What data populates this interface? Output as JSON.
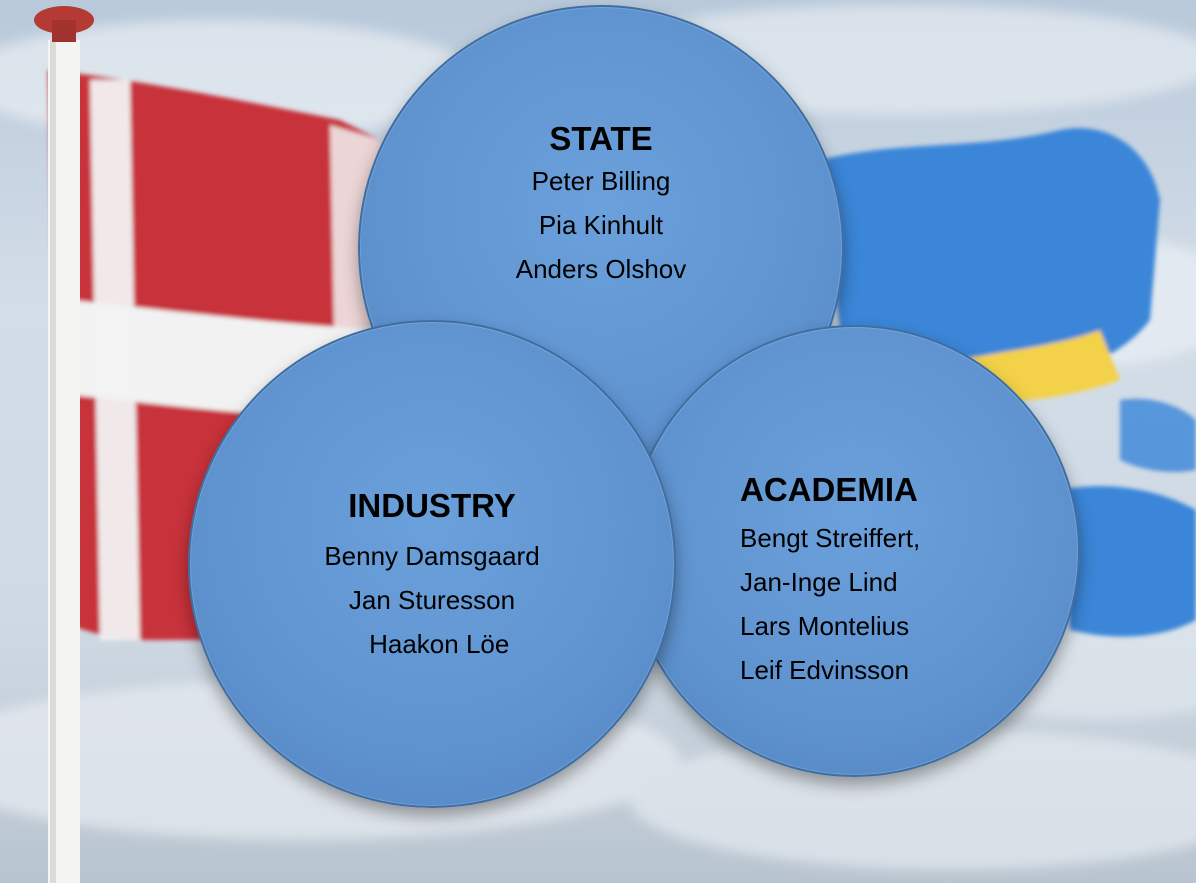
{
  "colors": {
    "circle_fill": "#6199d6",
    "circle_border": "#3f6ea3",
    "sky": "#c8d6e6",
    "flag_red": "#c8303a",
    "flag_white": "#f2f2f2",
    "flag_blue": "#3a86d8",
    "flag_yellow": "#f3d24a"
  },
  "background": {
    "description_icons": [
      "danish-flag-icon",
      "swedish-flag-icon",
      "flagpole-icon"
    ]
  },
  "circles": {
    "state": {
      "heading": "STATE",
      "names": [
        "Peter Billing",
        "Pia Kinhult",
        "Anders Olshov"
      ]
    },
    "industry": {
      "heading": "INDUSTRY",
      "names": [
        "Benny Damsgaard",
        "Jan Sturesson",
        "  Haakon Löe"
      ]
    },
    "academia": {
      "heading": "ACADEMIA",
      "names": [
        "Bengt Streiffert,",
        "Jan-Inge Lind",
        "Lars Montelius",
        "Leif Edvinsson"
      ]
    }
  }
}
